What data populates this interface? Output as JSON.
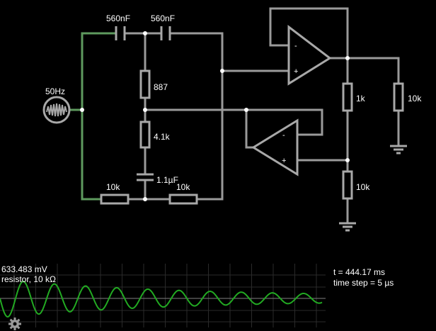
{
  "circuit": {
    "source_label": "50Hz",
    "cap1_label": "560nF",
    "cap2_label": "560nF",
    "res_887_label": "887",
    "res_4k1_label": "4.1k",
    "cap3_label": "1.1µF",
    "res_bottom_left_label": "10k",
    "res_bottom_right_label": "10k",
    "res_1k_label": "1k",
    "res_right_10k_label": "10k",
    "res_lower_10k_label": "10k",
    "opamp_minus": "-",
    "opamp_plus": "+",
    "colors": {
      "wire": "#9a9a9a",
      "active_wire": "#5e9a5e",
      "node": "#ffffff"
    }
  },
  "scope": {
    "value": "633.483 mV",
    "element": "resistor, 10 kΩ",
    "time": "t = 444.17 ms",
    "time_step": "time step = 5 µs",
    "trace_color": "#22aa22"
  },
  "icons": {
    "settings": "gear-icon"
  }
}
